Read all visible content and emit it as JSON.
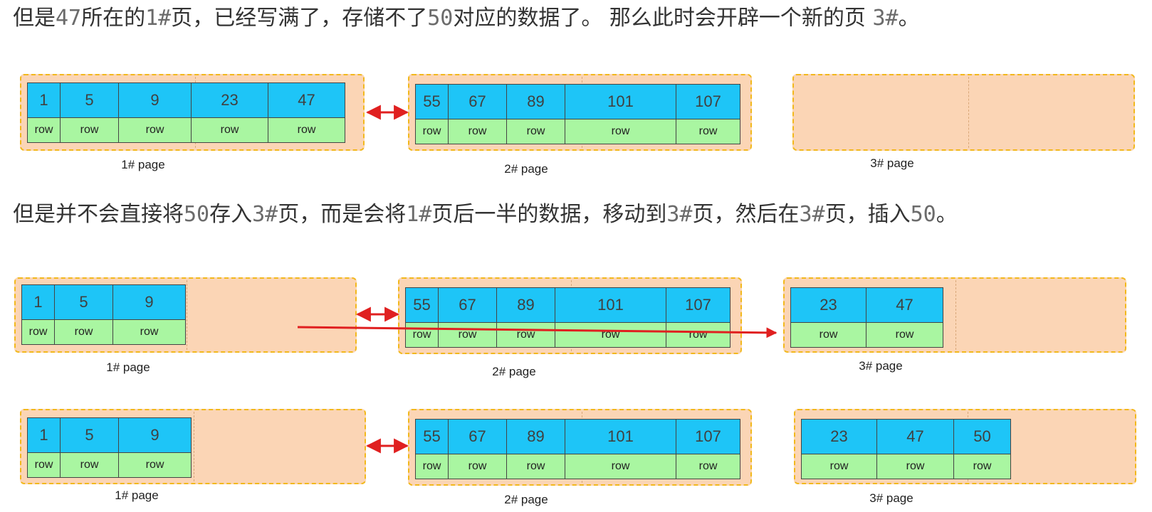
{
  "headings": {
    "first": [
      "但是",
      "47",
      "所在的",
      "1#",
      "页，已经写满了，存储不了",
      "50",
      "对应的数据了。  那么此时会开辟一个新的页 ",
      "3#",
      "。"
    ],
    "second": [
      "但是并不会直接将",
      "50",
      "存入",
      "3#",
      "页，而是会将",
      "1#",
      "页后一半的数据，移动到",
      "3#",
      "页，然后在",
      "3#",
      "页，插入",
      "50",
      "。"
    ]
  },
  "rows": [
    {
      "pages": [
        {
          "caption": "1#  page",
          "keys": [
            "1",
            "5",
            "9",
            "23",
            "47"
          ],
          "row_labels": [
            "row",
            "row",
            "row",
            "row",
            "row"
          ]
        },
        {
          "caption": "2#  page",
          "keys": [
            "55",
            "67",
            "89",
            "101",
            "107"
          ],
          "row_labels": [
            "row",
            "row",
            "row",
            "row",
            "row"
          ]
        },
        {
          "caption": "3#  page",
          "keys": [],
          "row_labels": []
        }
      ]
    },
    {
      "pages": [
        {
          "caption": "1#  page",
          "keys": [
            "1",
            "5",
            "9"
          ],
          "row_labels": [
            "row",
            "row",
            "row"
          ]
        },
        {
          "caption": "2#  page",
          "keys": [
            "55",
            "67",
            "89",
            "101",
            "107"
          ],
          "row_labels": [
            "row",
            "row",
            "row",
            "row",
            "row"
          ]
        },
        {
          "caption": "3#  page",
          "keys": [
            "23",
            "47"
          ],
          "row_labels": [
            "row",
            "row"
          ]
        }
      ]
    },
    {
      "pages": [
        {
          "caption": "1#  page",
          "keys": [
            "1",
            "5",
            "9"
          ],
          "row_labels": [
            "row",
            "row",
            "row"
          ]
        },
        {
          "caption": "2#  page",
          "keys": [
            "55",
            "67",
            "89",
            "101",
            "107"
          ],
          "row_labels": [
            "row",
            "row",
            "row",
            "row",
            "row"
          ]
        },
        {
          "caption": "3#  page",
          "keys": [
            "23",
            "47",
            "50"
          ],
          "row_labels": [
            "row",
            "row",
            "row"
          ]
        }
      ]
    }
  ],
  "colors": {
    "page_fill": "#fbd5b5",
    "page_border": "#f2b81c",
    "key_fill": "#1ec5f7",
    "row_fill": "#a9f6a1",
    "arrow": "#e02020"
  }
}
